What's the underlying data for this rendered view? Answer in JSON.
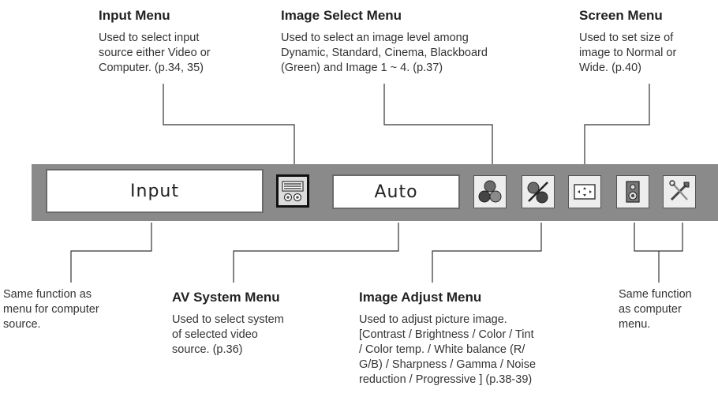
{
  "top": {
    "input_menu": {
      "title": "Input Menu",
      "lines": [
        "Used to select input",
        "source either Video or",
        "Computer. (p.34, 35)"
      ]
    },
    "image_select_menu": {
      "title": "Image Select Menu",
      "lines": [
        "Used to select an image level among",
        "Dynamic, Standard, Cinema, Blackboard",
        "(Green) and Image 1 ~ 4. (p.37)"
      ]
    },
    "screen_menu": {
      "title": "Screen Menu",
      "lines": [
        "Used to set size of",
        "image to Normal or",
        "Wide. (p.40)"
      ]
    }
  },
  "bar": {
    "input_field": "Input",
    "system_field": "Auto",
    "icons": [
      {
        "name": "input-icon",
        "selected": true
      },
      {
        "name": "image-select-icon",
        "selected": false
      },
      {
        "name": "image-adjust-icon",
        "selected": false
      },
      {
        "name": "screen-icon",
        "selected": false
      },
      {
        "name": "speaker-icon",
        "selected": false
      },
      {
        "name": "tools-icon",
        "selected": false
      }
    ]
  },
  "bottom": {
    "left_note": {
      "lines": [
        "Same function as",
        "menu for computer",
        "source."
      ]
    },
    "av_system_menu": {
      "title": "AV System Menu",
      "lines": [
        "Used to select system",
        "of selected video",
        "source. (p.36)"
      ]
    },
    "image_adjust_menu": {
      "title": "Image Adjust Menu",
      "lines": [
        "Used to adjust picture image.",
        "[Contrast / Brightness / Color / Tint",
        "/ Color temp. / White balance (R/",
        "G/B) / Sharpness / Gamma / Noise",
        "reduction / Progressive ] (p.38-39)"
      ]
    },
    "right_note": {
      "lines": [
        "Same function",
        "as computer",
        "menu."
      ]
    }
  }
}
